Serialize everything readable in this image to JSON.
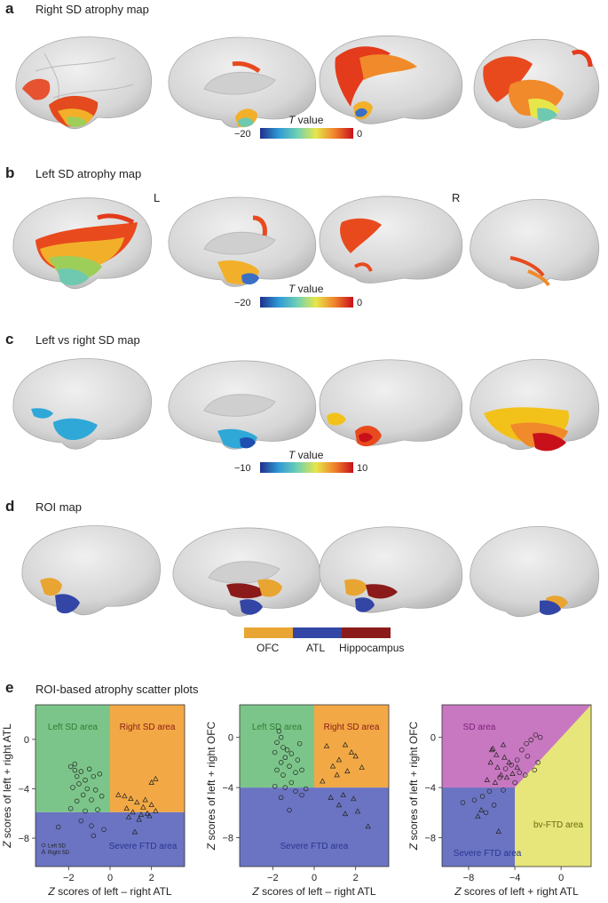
{
  "panels": [
    {
      "letter": "a",
      "title": "Right SD atrophy map",
      "colorbar": {
        "label_italic": "T",
        "label_rest": " value",
        "min": "−20",
        "max": "0"
      }
    },
    {
      "letter": "b",
      "title": "Left SD atrophy map",
      "hemi_left": "L",
      "hemi_right": "R",
      "colorbar": {
        "label_italic": "T",
        "label_rest": " value",
        "min": "−20",
        "max": "0"
      }
    },
    {
      "letter": "c",
      "title": "Left vs right SD map",
      "colorbar": {
        "label_italic": "T",
        "label_rest": " value",
        "min": "−10",
        "max": "10"
      }
    },
    {
      "letter": "d",
      "title": "ROI map",
      "roi_legend": [
        "OFC",
        "ATL",
        "Hippocampus"
      ]
    },
    {
      "letter": "e",
      "title": "ROI-based atrophy scatter plots"
    }
  ],
  "colors": {
    "brain": "#d9d9d9",
    "ofc": "#e8a531",
    "atl": "#3346a6",
    "hippocampus": "#8b1a1a",
    "left_sd_area": "#7cc58a",
    "right_sd_area": "#f2a945",
    "severe_ftd_area": "#6b74c2",
    "sd_area": "#c878c0",
    "bvftd_area": "#e6e67a"
  },
  "chart_data": [
    {
      "type": "scatter",
      "xlabel_italic": "Z",
      "xlabel_rest": " scores of left – right ATL",
      "ylabel_italic": "Z",
      "ylabel_rest": " scores of left + right ATL",
      "xlim": [
        -3.6,
        3.6
      ],
      "ylim": [
        -10.3,
        2.8
      ],
      "xticks": [
        "−2",
        "0",
        "2"
      ],
      "xtick_values": [
        -2,
        0,
        2
      ],
      "yticks": [
        "0",
        "−4",
        "−8"
      ],
      "ytick_values": [
        0,
        -4,
        -8
      ],
      "regions": [
        {
          "name": "Left SD area",
          "text_color": "#2e7d32"
        },
        {
          "name": "Right SD area",
          "text_color": "#8b1a1a"
        },
        {
          "name": "Severe FTD area",
          "text_color": "#283593"
        }
      ],
      "thresholds": {
        "x": 0,
        "y": -5.9
      },
      "legend": [
        "Left SD",
        "Right SD"
      ],
      "series": [
        {
          "name": "Left SD",
          "marker": "circle",
          "points": [
            [
              -1.9,
              -2.2
            ],
            [
              -1.7,
              -2.5
            ],
            [
              -1.4,
              -2.6
            ],
            [
              -1.6,
              -3.0
            ],
            [
              -1.2,
              -3.3
            ],
            [
              -0.8,
              -3.0
            ],
            [
              -0.5,
              -2.8
            ],
            [
              -1.5,
              -3.6
            ],
            [
              -1.8,
              -3.9
            ],
            [
              -1.1,
              -4.0
            ],
            [
              -0.7,
              -4.1
            ],
            [
              -1.3,
              -4.5
            ],
            [
              -0.9,
              -4.9
            ],
            [
              -0.4,
              -4.6
            ],
            [
              -1.6,
              -5.0
            ],
            [
              -1.9,
              -5.6
            ],
            [
              -1.2,
              -5.8
            ],
            [
              -0.6,
              -5.7
            ],
            [
              -1.4,
              -6.6
            ],
            [
              -0.9,
              -7.0
            ],
            [
              -2.5,
              -7.1
            ],
            [
              -0.3,
              -7.3
            ],
            [
              -0.8,
              -7.8
            ],
            [
              -1.7,
              -2.0
            ],
            [
              -1.0,
              -2.4
            ]
          ]
        },
        {
          "name": "Right SD",
          "marker": "triangle",
          "points": [
            [
              0.4,
              -4.5
            ],
            [
              0.7,
              -4.6
            ],
            [
              1.0,
              -4.8
            ],
            [
              1.3,
              -5.1
            ],
            [
              1.6,
              -5.5
            ],
            [
              2.0,
              -5.3
            ],
            [
              1.1,
              -5.9
            ],
            [
              1.5,
              -6.1
            ],
            [
              1.8,
              -6.0
            ],
            [
              2.2,
              -5.8
            ],
            [
              0.9,
              -6.3
            ],
            [
              1.4,
              -6.5
            ],
            [
              2.0,
              -3.5
            ],
            [
              2.2,
              -3.2
            ],
            [
              1.9,
              -6.2
            ],
            [
              0.8,
              -5.6
            ],
            [
              1.7,
              -4.9
            ],
            [
              1.2,
              -7.5
            ]
          ]
        }
      ]
    },
    {
      "type": "scatter",
      "xlabel_italic": "Z",
      "xlabel_rest": " scores of left – right ATL",
      "ylabel_italic": "Z",
      "ylabel_rest": " scores of left + right OFC",
      "xlim": [
        -3.6,
        3.6
      ],
      "ylim": [
        -10.3,
        2.6
      ],
      "xticks": [
        "−2",
        "0",
        "2"
      ],
      "xtick_values": [
        -2,
        0,
        2
      ],
      "yticks": [
        "0",
        "−4",
        "−8"
      ],
      "ytick_values": [
        0,
        -4,
        -8
      ],
      "regions": [
        {
          "name": "Left SD area",
          "text_color": "#2e7d32"
        },
        {
          "name": "Right SD area",
          "text_color": "#8b1a1a"
        },
        {
          "name": "Severe FTD area",
          "text_color": "#283593"
        }
      ],
      "thresholds": {
        "x": 0,
        "y": -4.0
      },
      "series": [
        {
          "name": "Left SD",
          "marker": "circle",
          "points": [
            [
              -1.7,
              0.5
            ],
            [
              -1.6,
              0.0
            ],
            [
              -1.8,
              -0.4
            ],
            [
              -1.5,
              -0.8
            ],
            [
              -1.9,
              -1.2
            ],
            [
              -1.4,
              -1.6
            ],
            [
              -1.1,
              -1.3
            ],
            [
              -0.8,
              -1.8
            ],
            [
              -1.6,
              -2.0
            ],
            [
              -1.2,
              -2.3
            ],
            [
              -1.8,
              -2.6
            ],
            [
              -0.9,
              -2.8
            ],
            [
              -1.5,
              -3.0
            ],
            [
              -0.6,
              -2.6
            ],
            [
              -1.1,
              -3.6
            ],
            [
              -1.9,
              -3.9
            ],
            [
              -1.4,
              -4.0
            ],
            [
              -0.4,
              -4.1
            ],
            [
              -0.9,
              -4.3
            ],
            [
              -1.6,
              -4.8
            ],
            [
              -1.2,
              -5.8
            ],
            [
              -0.6,
              -4.6
            ],
            [
              -1.3,
              -1.0
            ],
            [
              -0.7,
              -0.5
            ]
          ]
        },
        {
          "name": "Right SD",
          "marker": "triangle",
          "points": [
            [
              0.6,
              -0.7
            ],
            [
              1.5,
              -0.6
            ],
            [
              1.8,
              -1.2
            ],
            [
              1.2,
              -1.8
            ],
            [
              2.0,
              -1.5
            ],
            [
              0.9,
              -2.3
            ],
            [
              1.6,
              -2.7
            ],
            [
              2.3,
              -2.4
            ],
            [
              1.1,
              -3.0
            ],
            [
              0.4,
              -3.5
            ],
            [
              1.4,
              -4.6
            ],
            [
              1.9,
              -4.9
            ],
            [
              0.8,
              -4.8
            ],
            [
              2.1,
              -5.9
            ],
            [
              1.5,
              -6.1
            ],
            [
              2.6,
              -7.1
            ],
            [
              1.2,
              -5.4
            ]
          ]
        }
      ]
    },
    {
      "type": "scatter",
      "xlabel_italic": "Z",
      "xlabel_rest": " scores of left + right ATL",
      "ylabel_italic": "Z",
      "ylabel_rest": " scores of left + right OFC",
      "xlim": [
        -10.3,
        2.6
      ],
      "ylim": [
        -10.3,
        2.6
      ],
      "xticks": [
        "−8",
        "−4",
        "0"
      ],
      "xtick_values": [
        -8,
        -4,
        0
      ],
      "yticks": [
        "0",
        "−4",
        "−8"
      ],
      "ytick_values": [
        0,
        -4,
        -8
      ],
      "regions": [
        {
          "name": "SD area",
          "text_color": "#7b1f7a"
        },
        {
          "name": "bv-FTD area",
          "text_color": "#6b6b10"
        },
        {
          "name": "Severe FTD area",
          "text_color": "#283593"
        }
      ],
      "thresholds": {
        "x": -4.0,
        "y": -4.0
      },
      "series": [
        {
          "name": "Left SD",
          "marker": "circle",
          "points": [
            [
              -3.0,
              -0.5
            ],
            [
              -2.6,
              -0.2
            ],
            [
              -2.2,
              0.2
            ],
            [
              -1.8,
              0.0
            ],
            [
              -3.4,
              -1.0
            ],
            [
              -2.9,
              -1.5
            ],
            [
              -3.8,
              -1.8
            ],
            [
              -4.3,
              -2.2
            ],
            [
              -4.8,
              -2.5
            ],
            [
              -2.3,
              -2.6
            ],
            [
              -3.1,
              -3.0
            ],
            [
              -5.3,
              -3.2
            ],
            [
              -2.0,
              -2.0
            ],
            [
              -4.0,
              -3.6
            ],
            [
              -6.2,
              -4.3
            ],
            [
              -6.8,
              -4.7
            ],
            [
              -7.5,
              -5.0
            ],
            [
              -5.8,
              -5.4
            ],
            [
              -6.5,
              -6.0
            ],
            [
              -8.5,
              -5.2
            ],
            [
              -5.0,
              -4.2
            ],
            [
              -3.6,
              -2.8
            ]
          ]
        },
        {
          "name": "Right SD",
          "marker": "triangle",
          "points": [
            [
              -5.9,
              -0.9
            ],
            [
              -5.6,
              -1.4
            ],
            [
              -6.1,
              -2.0
            ],
            [
              -5.5,
              -2.4
            ],
            [
              -4.9,
              -1.6
            ],
            [
              -4.5,
              -2.0
            ],
            [
              -5.2,
              -3.0
            ],
            [
              -4.7,
              -3.2
            ],
            [
              -6.4,
              -3.4
            ],
            [
              -5.7,
              -3.6
            ],
            [
              -4.2,
              -2.9
            ],
            [
              -3.8,
              -2.4
            ],
            [
              -6.9,
              -5.8
            ],
            [
              -7.2,
              -6.3
            ],
            [
              -5.4,
              -7.5
            ],
            [
              -6.0,
              -1.0
            ],
            [
              -5.0,
              -0.6
            ]
          ]
        }
      ]
    }
  ]
}
